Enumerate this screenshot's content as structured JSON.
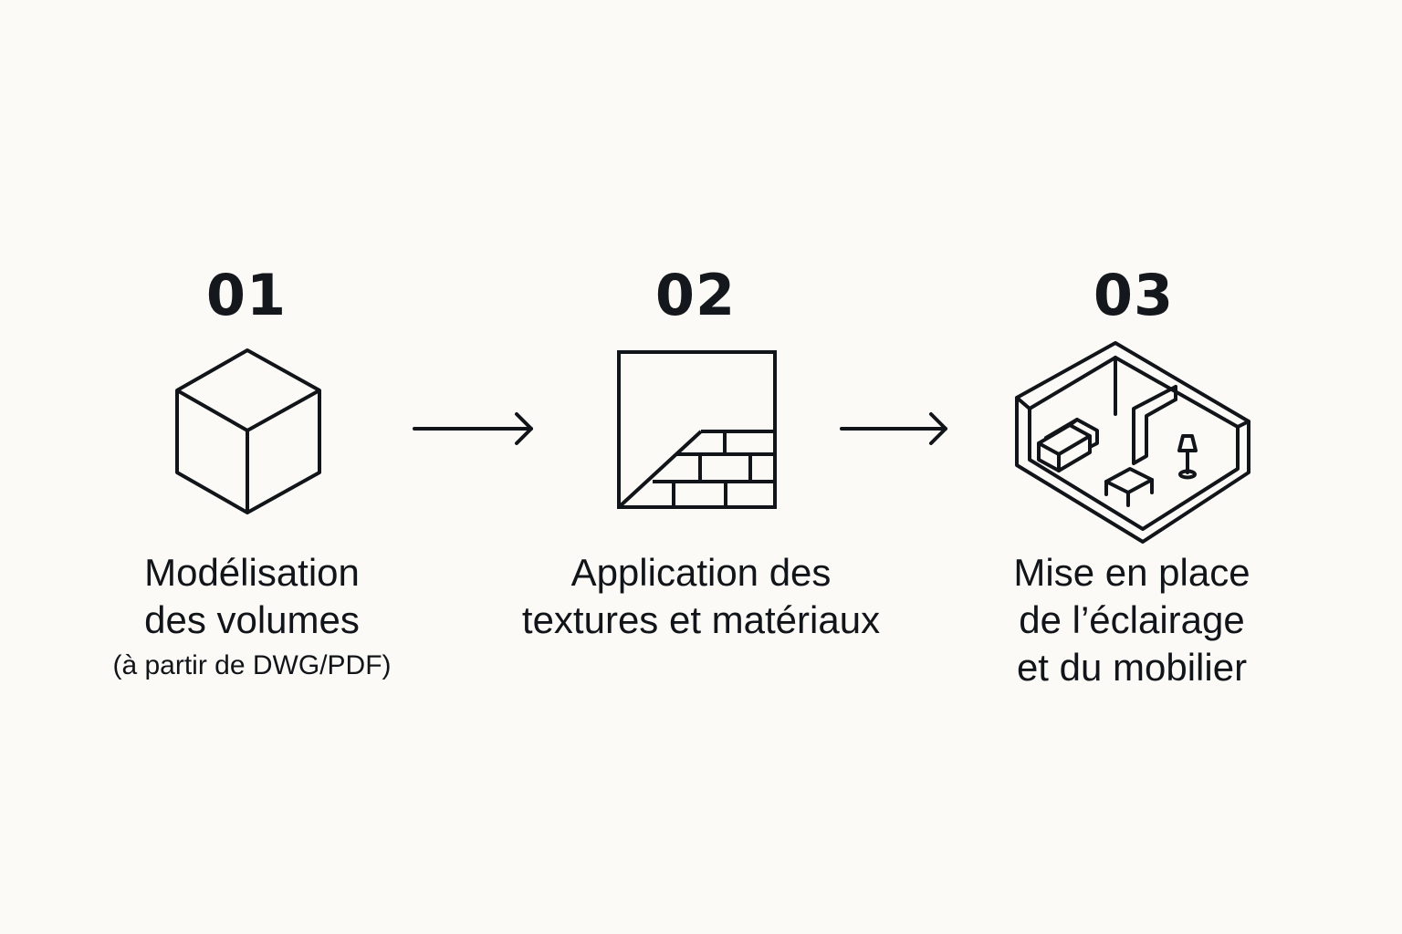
{
  "steps": [
    {
      "number": "01",
      "icon": "cube-icon",
      "label_lines": [
        "Modélisation",
        "des volumes"
      ],
      "sublabel": "(à partir de DWG/PDF)"
    },
    {
      "number": "02",
      "icon": "brick-wall-texture-icon",
      "label_lines": [
        "Application des",
        "textures et matériaux"
      ]
    },
    {
      "number": "03",
      "icon": "furnished-room-icon",
      "label_lines": [
        "Mise en place",
        "de l’éclairage",
        "et du mobilier"
      ]
    }
  ],
  "connectors": [
    "arrow-right-icon",
    "arrow-right-icon"
  ],
  "colors": {
    "background": "#fbfaf6",
    "ink": "#111418"
  }
}
